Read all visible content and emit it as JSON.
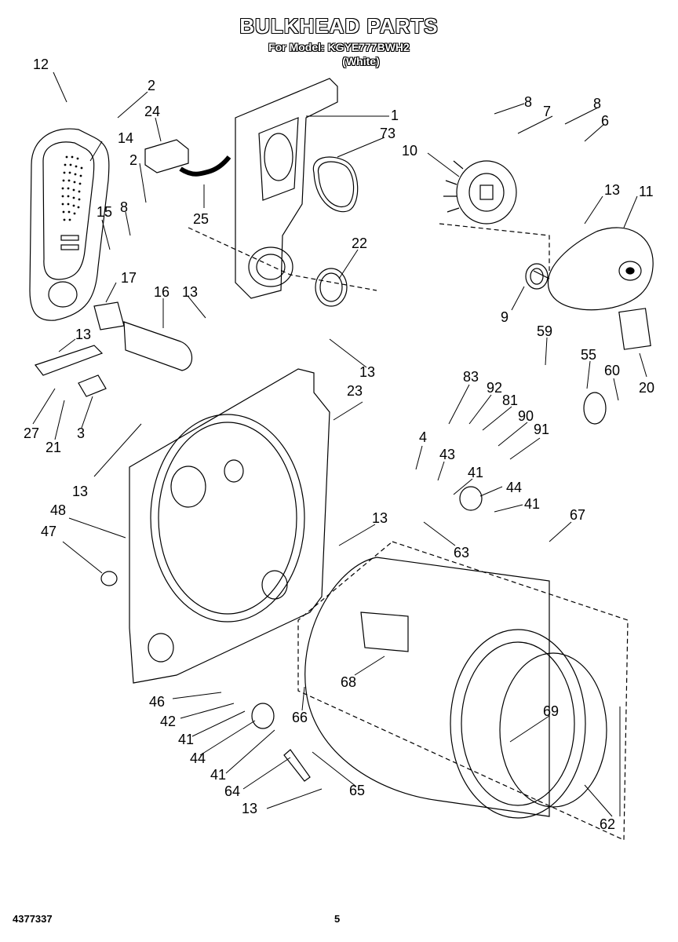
{
  "header": {
    "title": "BULKHEAD PARTS",
    "model_line": "For Model: KGYE777BWH2",
    "color_line": "(White)"
  },
  "footer": {
    "doc_number": "4377337",
    "page_number": "5"
  },
  "callouts": {
    "c12": "12",
    "c2a": "2",
    "c24": "24",
    "c1": "1",
    "c73": "73",
    "c8a": "8",
    "c7": "7",
    "c8b": "8",
    "c6": "6",
    "c14": "14",
    "c2b": "2",
    "c8c": "8",
    "c15": "15",
    "c25": "25",
    "c10": "10",
    "c13a": "13",
    "c11": "11",
    "c22": "22",
    "c17": "17",
    "c16": "16",
    "c13b": "13",
    "c9": "9",
    "c13c": "13",
    "c13d": "13",
    "c59": "59",
    "c55": "55",
    "c60": "60",
    "c20": "20",
    "c27": "27",
    "c21": "21",
    "c3": "3",
    "c23": "23",
    "c83": "83",
    "c92": "92",
    "c81": "81",
    "c90": "90",
    "c91": "91",
    "c13e": "13",
    "c4": "4",
    "c43": "43",
    "c41a": "41",
    "c44a": "44",
    "c41b": "41",
    "c48": "48",
    "c47": "47",
    "c13f": "13",
    "c67": "67",
    "c63": "63",
    "c68": "68",
    "c46": "46",
    "c42": "42",
    "c41c": "41",
    "c44b": "44",
    "c41d": "41",
    "c66": "66",
    "c69": "69",
    "c64": "64",
    "c65": "65",
    "c13g": "13",
    "c62": "62"
  }
}
